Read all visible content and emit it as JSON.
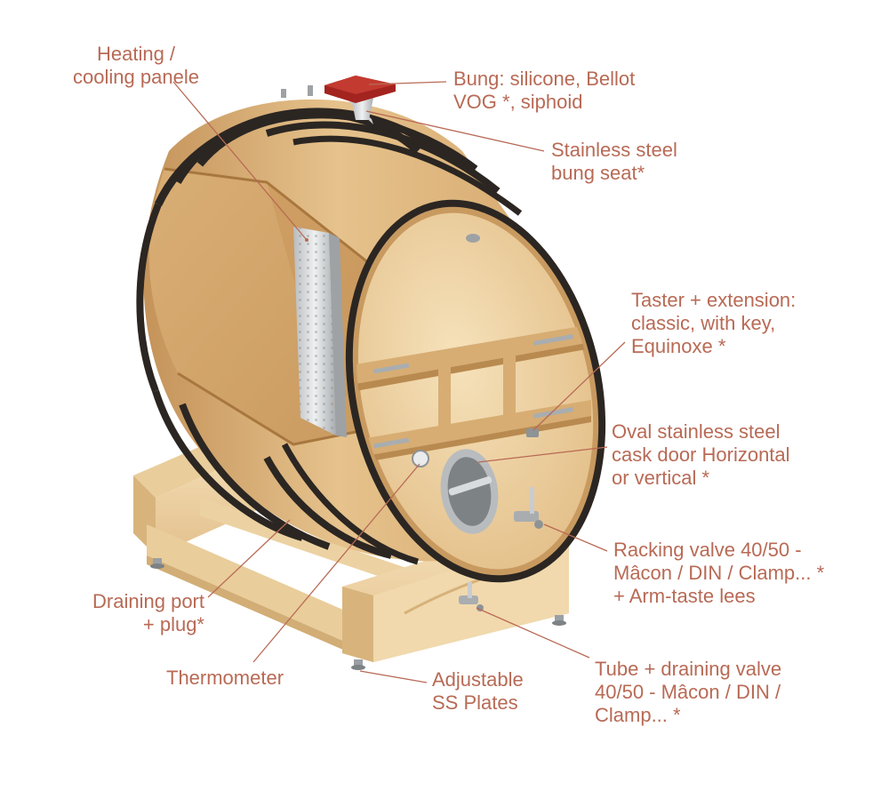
{
  "colors": {
    "label": "#b86a55",
    "oak_light": "#f0d6a6",
    "oak_mid": "#dcb27a",
    "oak_dark": "#c4935a",
    "hoop": "#2b2622",
    "steel": "#c9ccce",
    "bung": "#a3231f",
    "stand": "#efd5a6"
  },
  "labels": {
    "heating": [
      "Heating /",
      "cooling panele"
    ],
    "bung": [
      "Bung: silicone, Bellot",
      "VOG *, siphoid"
    ],
    "bung_seat": [
      "Stainless steel",
      "bung seat*"
    ],
    "taster": [
      "Taster + extension:",
      "classic, with key,",
      "Equinoxe *"
    ],
    "cask_door": [
      "Oval stainless steel",
      "cask door Horizontal",
      "or vertical *"
    ],
    "racking_valve": [
      "Racking valve 40/50 -",
      "Mâcon / DIN / Clamp... *",
      "+ Arm-taste lees"
    ],
    "draining_port": [
      "Draining port",
      "+ plug*"
    ],
    "thermometer": [
      "Thermometer"
    ],
    "adjustable": [
      "Adjustable",
      "SS Plates"
    ],
    "tube_valve": [
      "Tube + draining valve",
      "40/50 - Mâcon / DIN /",
      "Clamp... *"
    ]
  }
}
